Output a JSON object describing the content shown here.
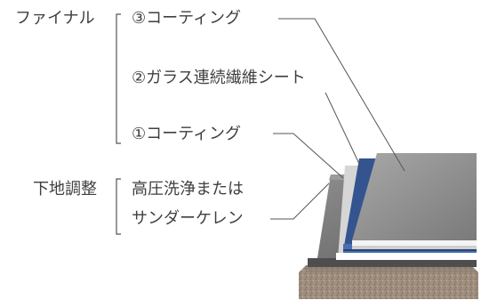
{
  "groups": {
    "final": {
      "label": "ファイナル",
      "items": [
        "③コーティング",
        "②ガラス連続繊維シート",
        "①コーティング"
      ]
    },
    "base": {
      "label": "下地調整",
      "items": [
        "高圧洗浄または",
        "サンダーケレン"
      ]
    }
  },
  "colors": {
    "text": "#3f3f3f",
    "leader_line": "#555555",
    "top_coat": "#8a8a8a",
    "glass_sheet": "#3a5a9a",
    "white_layer": "#ffffff",
    "base_coat": "#8c8c8c",
    "concrete": "#9a8c7e"
  }
}
